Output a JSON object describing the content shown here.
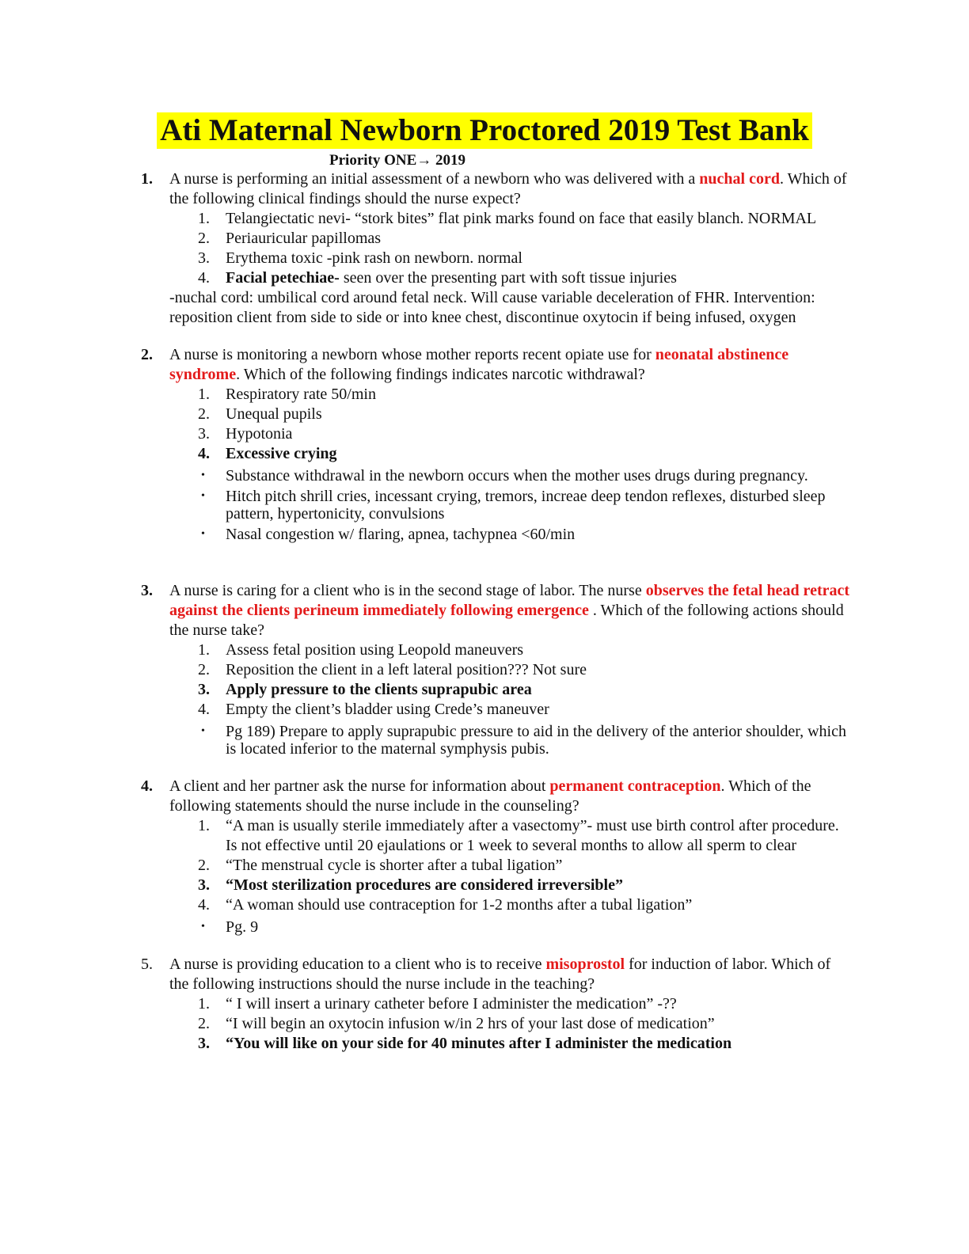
{
  "title": "Ati Maternal Newborn Proctored 2019 Test Bank",
  "subtitle": "Priority ONE→ 2019",
  "colors": {
    "highlight_bg": "#ffff00",
    "keyword": "#e31a1a"
  },
  "q1": {
    "num": "1.",
    "text_a": "A nurse is performing an initial assessment of a newborn who was delivered with a ",
    "keyword": "nuchal cord",
    "text_b": ". Which of the following clinical findings should the nurse expect?",
    "options": [
      {
        "num": "1.",
        "text": "Telangiectatic nevi- “stork bites” flat pink marks found on face that easily blanch. NORMAL"
      },
      {
        "num": "2.",
        "text": "Periauricular papillomas"
      },
      {
        "num": "3.",
        "text": "Erythema toxic -pink rash on newborn. normal"
      },
      {
        "num": "4.",
        "bold": "Facial petechiae-",
        "text": " seen over the presenting part with soft tissue injuries"
      }
    ],
    "note": "-nuchal cord: umbilical cord around fetal neck. Will cause variable deceleration of FHR. Intervention: reposition client from side to side or into knee chest, discontinue oxytocin if being infused, oxygen"
  },
  "q2": {
    "num": "2.",
    "text_a": "A nurse is monitoring a newborn whose mother reports recent opiate use for ",
    "keyword": "neonatal abstinence syndrome",
    "text_b": ". Which of the following findings indicates narcotic withdrawal?",
    "options": [
      {
        "num": "1.",
        "text": "Respiratory rate 50/min"
      },
      {
        "num": "2.",
        "text": "Unequal pupils"
      },
      {
        "num": "3.",
        "text": "Hypotonia"
      },
      {
        "num": "4.",
        "text": "Excessive crying"
      }
    ],
    "bullets": [
      "Substance withdrawal in the newborn occurs when the mother uses drugs during pregnancy.",
      "Hitch pitch shrill cries, incessant crying, tremors, increae deep tendon reflexes, disturbed sleep pattern, hypertonicity, convulsions",
      "Nasal congestion w/ flaring, apnea, tachypnea <60/min"
    ]
  },
  "q3": {
    "num": "3.",
    "text_a": "A nurse is caring for a client who is in the second stage of labor. The nurse ",
    "keyword": "observes the fetal head retract against the clients perineum immediately following emergence",
    "text_b": " . Which of the following actions should the nurse take?",
    "options": [
      {
        "num": "1.",
        "text": "Assess fetal position using Leopold maneuvers"
      },
      {
        "num": "2.",
        "text": "Reposition the client in a left lateral position??? Not sure"
      },
      {
        "num": "3.",
        "text": "Apply pressure to the clients suprapubic area"
      },
      {
        "num": "4.",
        "text": "Empty the client’s bladder using Crede’s maneuver"
      }
    ],
    "bullets": [
      "Pg 189) Prepare to apply suprapubic pressure to aid in the delivery of the anterior shoulder, which is located inferior to the maternal symphysis pubis."
    ]
  },
  "q4": {
    "num": "4.",
    "text_a": "A client and her partner ask the nurse for information about ",
    "keyword": "permanent contraception",
    "text_b": ". Which of the following statements should the nurse include in the counseling?",
    "options": [
      {
        "num": "1.",
        "text": "“A man is usually sterile immediately after a vasectomy”- must use birth control after procedure. Is not effective until 20 ejaulations or 1 week to several months to allow all sperm to clear"
      },
      {
        "num": "2.",
        "text": "“The menstrual cycle is shorter after a tubal ligation”"
      },
      {
        "num": "3.",
        "text": "“Most sterilization procedures are considered irreversible”"
      },
      {
        "num": "4.",
        "text": "“A woman should use contraception for 1-2 months after a tubal ligation”"
      }
    ],
    "bullets": [
      "Pg. 9"
    ]
  },
  "q5": {
    "num": "5.",
    "text_a": "A nurse is providing education to a client who is to receive ",
    "keyword": "misoprostol",
    "text_b": " for induction of labor. Which of the following instructions should the nurse include in the teaching?",
    "options": [
      {
        "num": "1.",
        "text": "“ I will insert a urinary catheter before I administer the medication” -??"
      },
      {
        "num": "2.",
        "text": "“I will begin an oxytocin infusion w/in 2 hrs of your last dose of medication”"
      },
      {
        "num": "3.",
        "text": "“You will like on your side for 40 minutes after I administer the medication"
      }
    ]
  }
}
